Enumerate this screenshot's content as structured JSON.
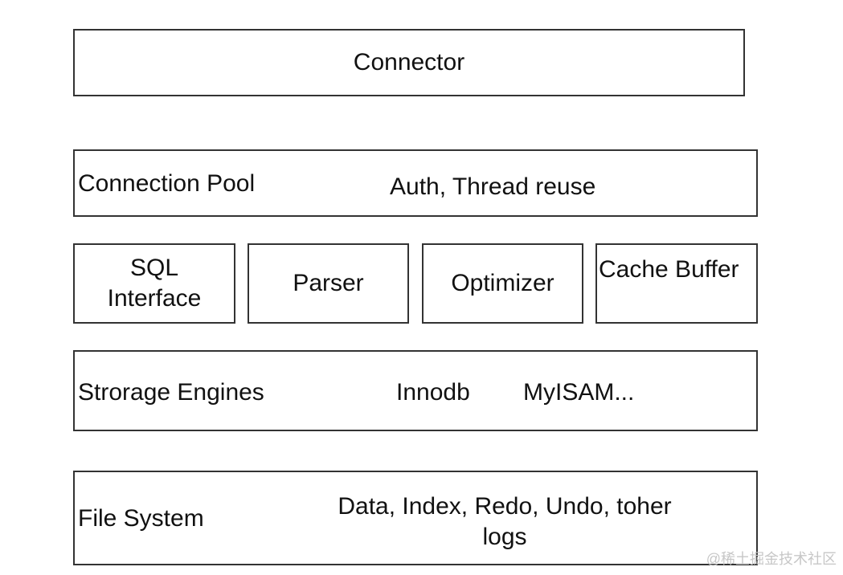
{
  "diagram": {
    "connector": {
      "label": "Connector"
    },
    "connection_pool": {
      "title": "Connection Pool",
      "details": "Auth, Thread reuse"
    },
    "modules": [
      {
        "label": "SQL\nInterface"
      },
      {
        "label": "Parser"
      },
      {
        "label": "Optimizer"
      },
      {
        "label": "Cache Buffer"
      }
    ],
    "storage_engines": {
      "title": "Strorage Engines",
      "engine_1": "Innodb",
      "engine_2": "MyISAM..."
    },
    "file_system": {
      "title": "File System",
      "details": "Data, Index, Redo, Undo, toher logs"
    }
  },
  "watermark": "@稀土掘金技术社区"
}
